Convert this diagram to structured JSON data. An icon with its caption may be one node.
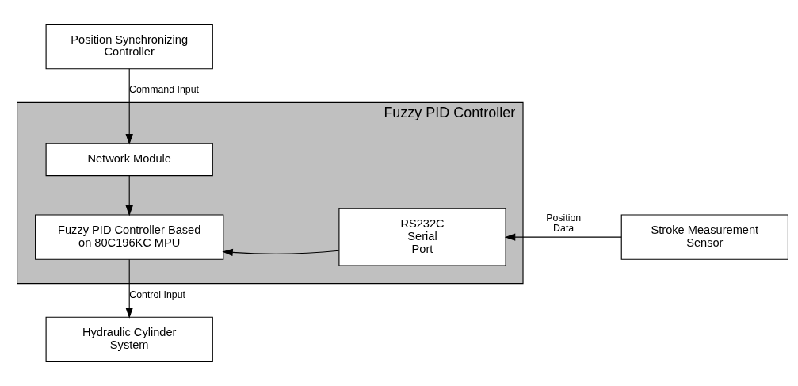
{
  "diagram": {
    "nodes": [
      {
        "text": [
          "Position Synchronizing Controller"
        ]
      },
      {
        "text": [
          "Fuzzy PID Controller"
        ]
      },
      {
        "text": [
          "Network Module"
        ],
        "in": 1
      },
      {
        "text": [
          "Fuzzy PID Controller Based on 80C196KC MPU"
        ],
        "in": 1
      },
      {
        "text": [
          "RS232C Serial Port"
        ],
        "in": 1
      },
      {
        "text": [
          "Stroke Measurement Sensor"
        ]
      },
      {
        "text": [
          "Hydraulic Cylinder System"
        ]
      }
    ],
    "edges": [
      {
        "from": 0,
        "to": 2,
        "arrow": "to",
        "label": "Command Input"
      },
      {
        "from": 2,
        "to": 3,
        "arrow": "to"
      },
      {
        "from": 4,
        "to": 3,
        "arrow": "to"
      },
      {
        "from": 5,
        "to": 4,
        "arrow": "to",
        "label": "Position Data"
      },
      {
        "from": 3,
        "to": 6,
        "arrow": "to",
        "label": "Control Input"
      }
    ]
  }
}
